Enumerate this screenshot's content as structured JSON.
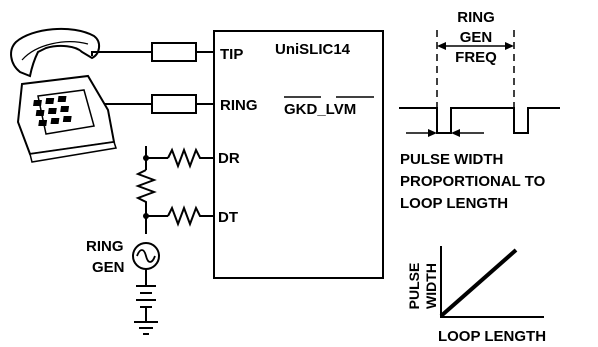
{
  "chip": {
    "name": "UniSLIC14",
    "pin_tip": "TIP",
    "pin_ring": "RING",
    "pin_dr": "DR",
    "pin_dt": "DT",
    "output_signals": "GKD_LVM"
  },
  "ring_source": {
    "label_line1": "RING",
    "label_line2": "GEN"
  },
  "waveform": {
    "title_line1": "RING",
    "title_line2": "GEN",
    "title_line3": "FREQ",
    "note_line1": "PULSE WIDTH",
    "note_line2": "PROPORTIONAL TO",
    "note_line3": "LOOP LENGTH"
  },
  "graph": {
    "ylabel_line1": "PULSE",
    "ylabel_line2": "WIDTH",
    "xlabel": "LOOP LENGTH"
  },
  "icons": {
    "telephone": "telephone-icon",
    "ac_source": "ac-source-icon",
    "ground": "ground-icon"
  }
}
